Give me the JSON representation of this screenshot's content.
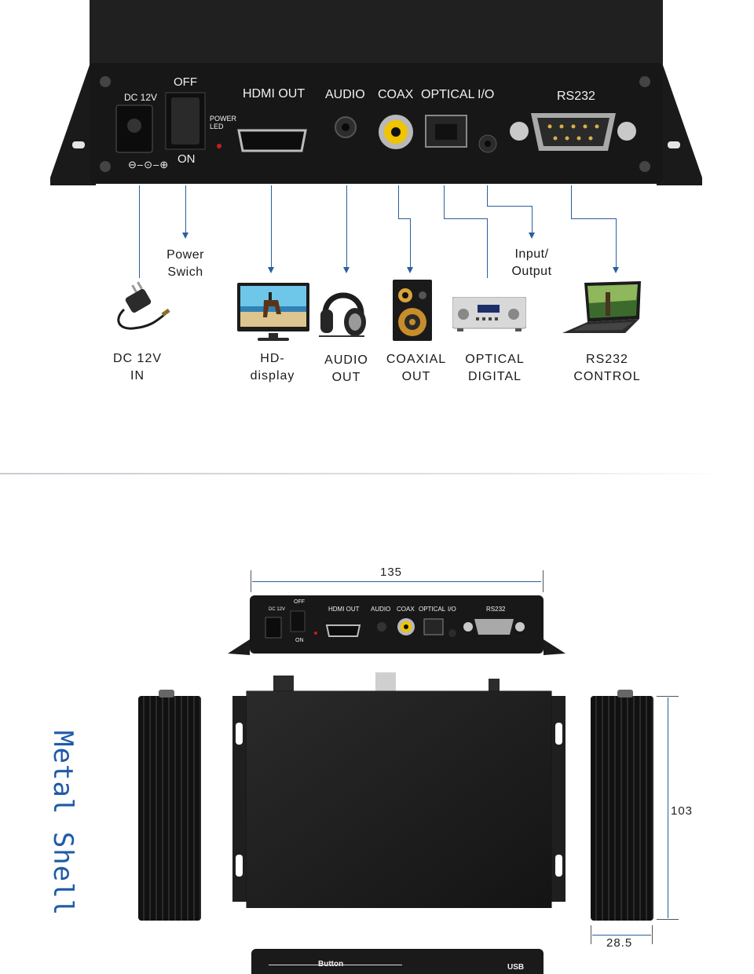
{
  "panel": {
    "labels": {
      "dc": "DC 12V",
      "off": "OFF",
      "on": "ON",
      "power_led": "POWER\nLED",
      "hdmi_out": "HDMI OUT",
      "audio": "AUDIO",
      "coax": "COAX",
      "optical": "OPTICAL",
      "io": "I/O",
      "rs232": "RS232"
    }
  },
  "connections": {
    "power_switch": "Power\nSwich",
    "input_output": "Input/\nOutput",
    "dc_in": "DC 12V\nIN",
    "hd_display": "HD-\ndisplay",
    "audio_out": "AUDIO\nOUT",
    "coaxial_out": "COAXIAL\nOUT",
    "optical_digital": "OPTICAL\nDIGITAL",
    "rs232_control": "RS232\nCONTROL"
  },
  "icons": {
    "adapter": "power-adapter-icon",
    "monitor": "monitor-icon",
    "headphones": "headphones-icon",
    "speaker": "speaker-icon",
    "amplifier": "amplifier-icon",
    "laptop": "laptop-icon"
  },
  "dimensions": {
    "width": "135",
    "height": "103",
    "depth": "28.5"
  },
  "small_panel": {
    "dc": "DC 12V",
    "off": "OFF",
    "on": "ON",
    "hdmi_out": "HDMI OUT",
    "audio": "AUDIO",
    "coax": "COAX",
    "optical": "OPTICAL",
    "io": "I/O",
    "rs232": "RS232",
    "button": "Button",
    "usb": "USB"
  },
  "side_title": "Metal Shell",
  "colors": {
    "accent": "#2a5f9c",
    "title": "#1f5aa8",
    "device": "#161616"
  }
}
